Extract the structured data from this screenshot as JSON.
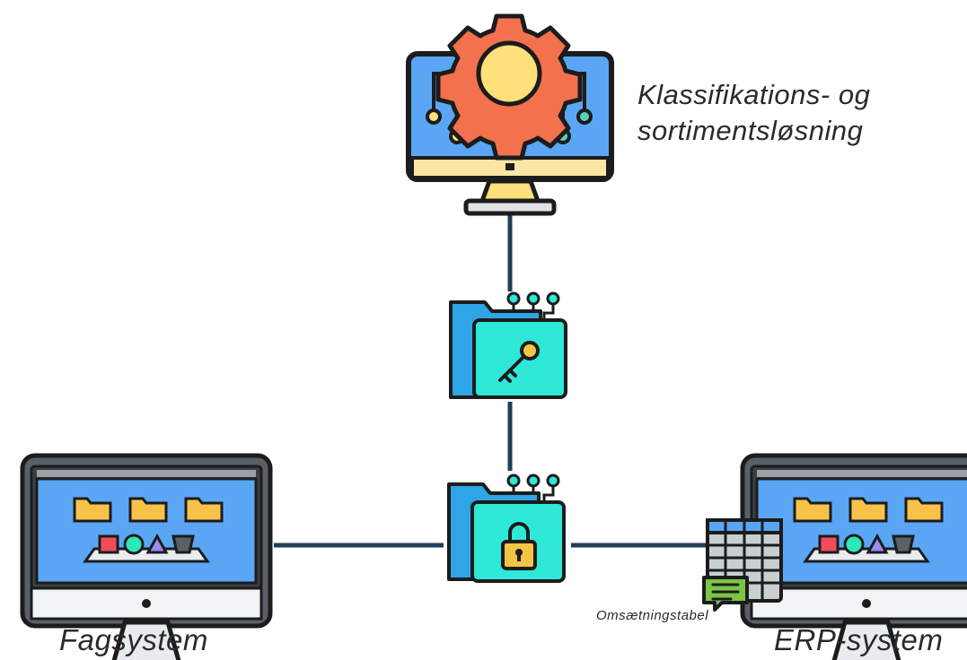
{
  "labels": {
    "classification_line1": "Klassifikations- og",
    "classification_line2": "sortimentsløsning",
    "fagsystem": "Fagsystem",
    "erp_system": "ERP-system",
    "turnover_table": "Omsætningstabel"
  },
  "colors": {
    "outline": "#1c1c1c",
    "connector": "#1f3e5a",
    "screen_blue": "#5aa6f5",
    "gear_orange": "#f4714e",
    "gear_center": "#ffe07a",
    "monitor_bezel_light": "#fde6a5",
    "folder_teal": "#2ee8d8",
    "folder_back_blue": "#2fa4e7",
    "key_gold": "#f6c445",
    "desktop_frame": "#5b5f66",
    "table_green": "#7cc544",
    "table_grey": "#c9ced1"
  },
  "icons": {
    "classification_monitor": "gear-monitor-icon",
    "key_folder": "key-folder-icon",
    "lock_folder": "lock-folder-icon",
    "fagsystem_desktop": "desktop-computer-icon",
    "erp_desktop": "desktop-computer-icon",
    "turnover_table": "spreadsheet-table-icon"
  }
}
